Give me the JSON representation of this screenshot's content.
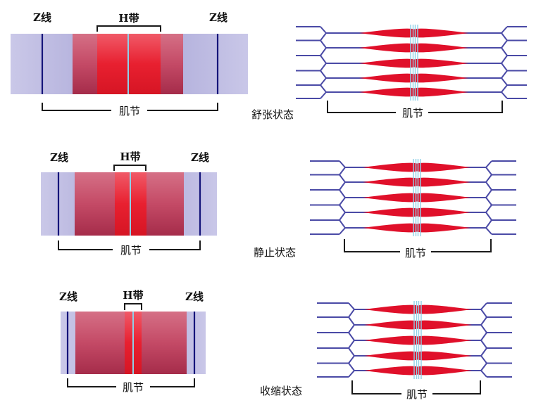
{
  "colors": {
    "actin": "#4a4aa6",
    "myosin": "#e0102a",
    "m_line": "#8fd0e8",
    "i_band": "#b3b1dd",
    "a_band_dark": "#b23b58",
    "h_zone": "#e8202e",
    "z_line": "#14147a"
  },
  "panels": [
    {
      "z_left": "Z线",
      "z_right": "Z线",
      "h_band": "H带",
      "sarcomere": "肌节",
      "state": "舒张状态"
    },
    {
      "z_left": "Z线",
      "z_right": "Z线",
      "h_band": "H带",
      "sarcomere": "肌节",
      "state": "静止状态"
    },
    {
      "z_left": "Z线",
      "z_right": "Z线",
      "h_band": "H带",
      "sarcomere": "肌节",
      "state": "收缩状态"
    }
  ]
}
